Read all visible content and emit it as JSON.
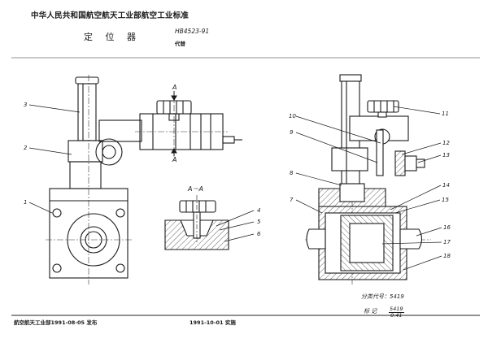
{
  "header": {
    "organization": "中华人民共和国航空航天工业部航空工业标准",
    "title": "定 位 器",
    "standard_no": "HB4523-91",
    "replaces_label": "代替"
  },
  "footer": {
    "issued": "航空航天工业部1991-08-05 发布",
    "implemented": "1991-10-01 实施"
  },
  "classification": {
    "label": "分类代号：",
    "value": "5419",
    "mark_label": "标    记",
    "mark_numerator": "5419",
    "mark_denominator": "0.41"
  },
  "section": {
    "cut_label_top": "A",
    "cut_label_bottom": "A",
    "view_title": "A－A"
  },
  "callouts": [
    "1",
    "2",
    "3",
    "4",
    "5",
    "6",
    "7",
    "8",
    "9",
    "10",
    "11",
    "12",
    "13",
    "14",
    "15",
    "16",
    "17",
    "18"
  ]
}
